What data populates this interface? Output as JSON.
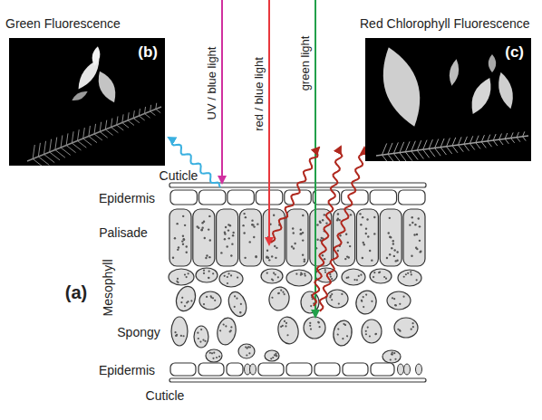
{
  "diagram": {
    "nodes": [
      {
        "text": [
          "Green Fluorescence",
          "(b)"
        ]
      },
      {
        "text": [
          "Red Chlorophyll Fluorescence",
          "(c)"
        ]
      }
    ],
    "labels": [
      "UV / blue light",
      "red / blue light",
      "green light",
      "Cuticle",
      "Epidermis",
      "Palisade",
      "Mesophyll",
      "(a)",
      "Spongy",
      "Epidermis",
      "Cuticle"
    ]
  }
}
